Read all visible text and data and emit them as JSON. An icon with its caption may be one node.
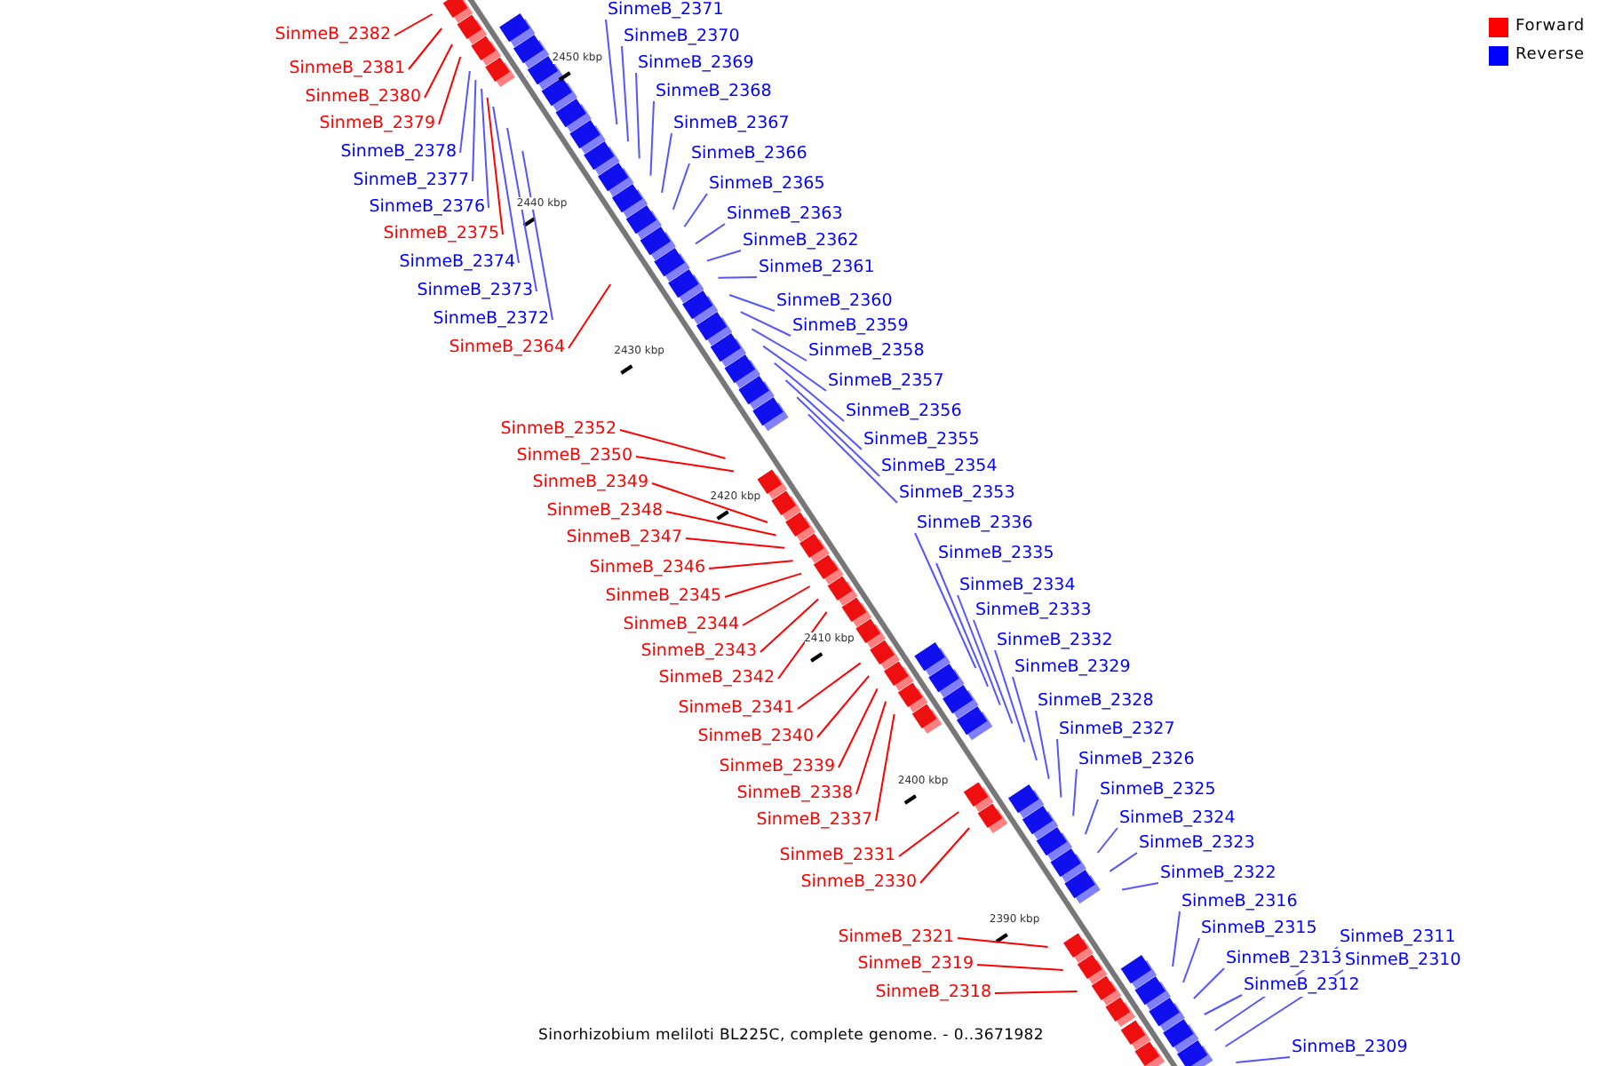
{
  "diagram": {
    "caption": "Sinorhizobium meliloti BL225C, complete genome. - 0..3671982",
    "nodes": [
      {
        "text": [
          "SinmeB_2382"
        ]
      },
      {
        "text": [
          "SinmeB_2381"
        ]
      },
      {
        "text": [
          "SinmeB_2380"
        ]
      },
      {
        "text": [
          "SinmeB_2379"
        ]
      },
      {
        "text": [
          "SinmeB_2378"
        ]
      },
      {
        "text": [
          "SinmeB_2377"
        ]
      },
      {
        "text": [
          "SinmeB_2376"
        ]
      },
      {
        "text": [
          "SinmeB_2375"
        ]
      },
      {
        "text": [
          "SinmeB_2374"
        ]
      },
      {
        "text": [
          "SinmeB_2373"
        ]
      },
      {
        "text": [
          "SinmeB_2372"
        ]
      },
      {
        "text": [
          "SinmeB_2364"
        ]
      },
      {
        "text": [
          "SinmeB_2371"
        ]
      },
      {
        "text": [
          "SinmeB_2370"
        ]
      },
      {
        "text": [
          "SinmeB_2369"
        ]
      },
      {
        "text": [
          "SinmeB_2368"
        ]
      },
      {
        "text": [
          "SinmeB_2367"
        ]
      },
      {
        "text": [
          "SinmeB_2366"
        ]
      },
      {
        "text": [
          "SinmeB_2365"
        ]
      },
      {
        "text": [
          "SinmeB_2363"
        ]
      },
      {
        "text": [
          "SinmeB_2362"
        ]
      },
      {
        "text": [
          "SinmeB_2361"
        ]
      },
      {
        "text": [
          "SinmeB_2360"
        ]
      },
      {
        "text": [
          "SinmeB_2359"
        ]
      },
      {
        "text": [
          "SinmeB_2358"
        ]
      },
      {
        "text": [
          "SinmeB_2357"
        ]
      },
      {
        "text": [
          "SinmeB_2356"
        ]
      },
      {
        "text": [
          "SinmeB_2355"
        ]
      },
      {
        "text": [
          "SinmeB_2354"
        ]
      },
      {
        "text": [
          "SinmeB_2353"
        ]
      },
      {
        "text": [
          "SinmeB_2352"
        ]
      },
      {
        "text": [
          "SinmeB_2350"
        ]
      },
      {
        "text": [
          "SinmeB_2349"
        ]
      },
      {
        "text": [
          "SinmeB_2348"
        ]
      },
      {
        "text": [
          "SinmeB_2347"
        ]
      },
      {
        "text": [
          "SinmeB_2346"
        ]
      },
      {
        "text": [
          "SinmeB_2345"
        ]
      },
      {
        "text": [
          "SinmeB_2344"
        ]
      },
      {
        "text": [
          "SinmeB_2343"
        ]
      },
      {
        "text": [
          "SinmeB_2342"
        ]
      },
      {
        "text": [
          "SinmeB_2341"
        ]
      },
      {
        "text": [
          "SinmeB_2340"
        ]
      },
      {
        "text": [
          "SinmeB_2339"
        ]
      },
      {
        "text": [
          "SinmeB_2338"
        ]
      },
      {
        "text": [
          "SinmeB_2337"
        ]
      },
      {
        "text": [
          "SinmeB_2331"
        ]
      },
      {
        "text": [
          "SinmeB_2330"
        ]
      },
      {
        "text": [
          "SinmeB_2336"
        ]
      },
      {
        "text": [
          "SinmeB_2335"
        ]
      },
      {
        "text": [
          "SinmeB_2334"
        ]
      },
      {
        "text": [
          "SinmeB_2333"
        ]
      },
      {
        "text": [
          "SinmeB_2332"
        ]
      },
      {
        "text": [
          "SinmeB_2329"
        ]
      },
      {
        "text": [
          "SinmeB_2328"
        ]
      },
      {
        "text": [
          "SinmeB_2327"
        ]
      },
      {
        "text": [
          "SinmeB_2326"
        ]
      },
      {
        "text": [
          "SinmeB_2325"
        ]
      },
      {
        "text": [
          "SinmeB_2324"
        ]
      },
      {
        "text": [
          "SinmeB_2323"
        ]
      },
      {
        "text": [
          "SinmeB_2322"
        ]
      },
      {
        "text": [
          "SinmeB_2321"
        ]
      },
      {
        "text": [
          "SinmeB_2319"
        ]
      },
      {
        "text": [
          "SinmeB_2318"
        ]
      },
      {
        "text": [
          "SinmeB_2316"
        ]
      },
      {
        "text": [
          "SinmeB_2315"
        ]
      },
      {
        "text": [
          "SinmeB_2313"
        ]
      },
      {
        "text": [
          "SinmeB_2311"
        ]
      },
      {
        "text": [
          "SinmeB_2310"
        ]
      },
      {
        "text": [
          "SinmeB_2312"
        ]
      },
      {
        "text": [
          "SinmeB_2309"
        ]
      }
    ],
    "edges": [
      {
        "from": 0,
        "to": null,
        "arrow": "none",
        "color": "#ff0000"
      },
      {
        "from": 1,
        "to": null,
        "arrow": "none",
        "color": "#ff0000"
      },
      {
        "from": 2,
        "to": null,
        "arrow": "none",
        "color": "#ff0000"
      },
      {
        "from": 3,
        "to": null,
        "arrow": "none",
        "color": "#ff0000"
      },
      {
        "from": 4,
        "to": null,
        "arrow": "none"
      },
      {
        "from": 5,
        "to": null,
        "arrow": "none"
      },
      {
        "from": 6,
        "to": null,
        "arrow": "none"
      },
      {
        "from": 7,
        "to": null,
        "arrow": "none",
        "color": "#ff0000"
      },
      {
        "from": 8,
        "to": null,
        "arrow": "none"
      },
      {
        "from": 9,
        "to": null,
        "arrow": "none"
      },
      {
        "from": 10,
        "to": null,
        "arrow": "none"
      },
      {
        "from": 11,
        "to": null,
        "arrow": "none",
        "color": "#ff0000"
      },
      {
        "from": 12,
        "to": null,
        "arrow": "none"
      },
      {
        "from": 13,
        "to": null,
        "arrow": "none"
      },
      {
        "from": 14,
        "to": null,
        "arrow": "none"
      },
      {
        "from": 15,
        "to": null,
        "arrow": "none"
      },
      {
        "from": 16,
        "to": null,
        "arrow": "none"
      },
      {
        "from": 17,
        "to": null,
        "arrow": "none"
      },
      {
        "from": 18,
        "to": null,
        "arrow": "none"
      },
      {
        "from": 19,
        "to": null,
        "arrow": "none"
      },
      {
        "from": 20,
        "to": null,
        "arrow": "none"
      },
      {
        "from": 21,
        "to": null,
        "arrow": "none"
      },
      {
        "from": 22,
        "to": null,
        "arrow": "none"
      },
      {
        "from": 23,
        "to": null,
        "arrow": "none"
      },
      {
        "from": 24,
        "to": null,
        "arrow": "none"
      },
      {
        "from": 25,
        "to": null,
        "arrow": "none"
      },
      {
        "from": 26,
        "to": null,
        "arrow": "none"
      },
      {
        "from": 27,
        "to": null,
        "arrow": "none"
      },
      {
        "from": 28,
        "to": null,
        "arrow": "none"
      },
      {
        "from": 29,
        "to": null,
        "arrow": "none"
      },
      {
        "from": 30,
        "to": null,
        "arrow": "none",
        "color": "#ff0000"
      },
      {
        "from": 31,
        "to": null,
        "arrow": "none",
        "color": "#ff0000"
      },
      {
        "from": 32,
        "to": null,
        "arrow": "none",
        "color": "#ff0000"
      },
      {
        "from": 33,
        "to": null,
        "arrow": "none",
        "color": "#ff0000"
      },
      {
        "from": 34,
        "to": null,
        "arrow": "none",
        "color": "#ff0000"
      },
      {
        "from": 35,
        "to": null,
        "arrow": "none",
        "color": "#ff0000"
      },
      {
        "from": 36,
        "to": null,
        "arrow": "none",
        "color": "#ff0000"
      },
      {
        "from": 37,
        "to": null,
        "arrow": "none",
        "color": "#ff0000"
      },
      {
        "from": 38,
        "to": null,
        "arrow": "none",
        "color": "#ff0000"
      },
      {
        "from": 39,
        "to": null,
        "arrow": "none",
        "color": "#ff0000"
      },
      {
        "from": 40,
        "to": null,
        "arrow": "none",
        "color": "#ff0000"
      },
      {
        "from": 41,
        "to": null,
        "arrow": "none",
        "color": "#ff0000"
      },
      {
        "from": 42,
        "to": null,
        "arrow": "none",
        "color": "#ff0000"
      },
      {
        "from": 43,
        "to": null,
        "arrow": "none",
        "color": "#ff0000"
      },
      {
        "from": 44,
        "to": null,
        "arrow": "none",
        "color": "#ff0000"
      },
      {
        "from": 45,
        "to": null,
        "arrow": "none",
        "color": "#ff0000"
      },
      {
        "from": 46,
        "to": null,
        "arrow": "none",
        "color": "#ff0000"
      },
      {
        "from": 47,
        "to": null,
        "arrow": "none"
      },
      {
        "from": 48,
        "to": null,
        "arrow": "none"
      },
      {
        "from": 49,
        "to": null,
        "arrow": "none"
      },
      {
        "from": 50,
        "to": null,
        "arrow": "none"
      },
      {
        "from": 51,
        "to": null,
        "arrow": "none"
      },
      {
        "from": 52,
        "to": null,
        "arrow": "none"
      },
      {
        "from": 53,
        "to": null,
        "arrow": "none"
      },
      {
        "from": 54,
        "to": null,
        "arrow": "none"
      },
      {
        "from": 55,
        "to": null,
        "arrow": "none"
      },
      {
        "from": 56,
        "to": null,
        "arrow": "none"
      },
      {
        "from": 57,
        "to": null,
        "arrow": "none"
      },
      {
        "from": 58,
        "to": null,
        "arrow": "none"
      },
      {
        "from": 59,
        "to": null,
        "arrow": "none"
      },
      {
        "from": 60,
        "to": null,
        "arrow": "none",
        "color": "#ff0000"
      },
      {
        "from": 61,
        "to": null,
        "arrow": "none",
        "color": "#ff0000"
      },
      {
        "from": 62,
        "to": null,
        "arrow": "none",
        "color": "#ff0000"
      },
      {
        "from": 63,
        "to": null,
        "arrow": "none"
      },
      {
        "from": 64,
        "to": null,
        "arrow": "none"
      },
      {
        "from": 65,
        "to": null,
        "arrow": "none"
      },
      {
        "from": 66,
        "to": null,
        "arrow": "none"
      },
      {
        "from": 67,
        "to": null,
        "arrow": "none"
      },
      {
        "from": 68,
        "to": null,
        "arrow": "none"
      },
      {
        "from": 69,
        "to": null,
        "arrow": "none"
      }
    ],
    "labels": [
      "2450 kbp",
      "2440 kbp",
      "2430 kbp",
      "2420 kbp",
      "2410 kbp",
      "2400 kbp",
      "2390 kbp"
    ],
    "legend": [
      {
        "text": "Forward",
        "color": "#ff0000"
      },
      {
        "text": "Reverse",
        "color": "#0000ff"
      }
    ]
  }
}
